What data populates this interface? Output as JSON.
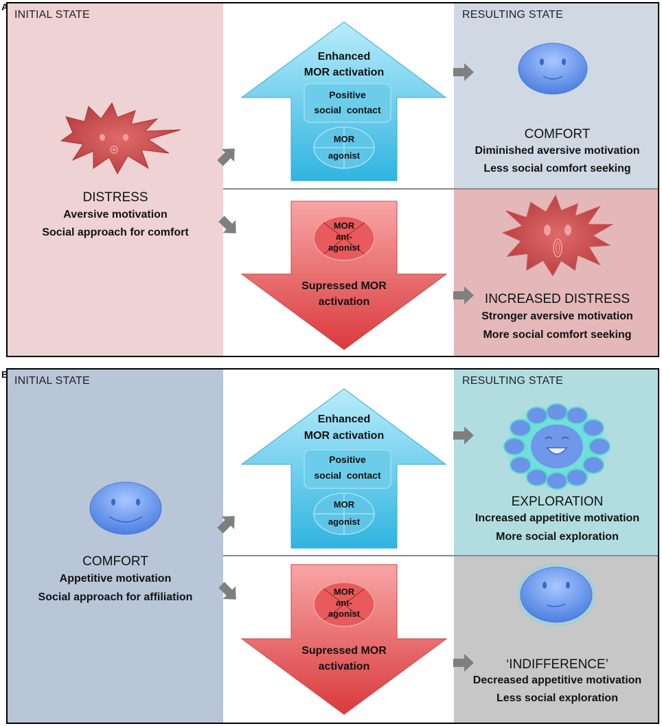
{
  "panelA": {
    "letter": "A",
    "initial_header": "INITIAL STATE",
    "resulting_header": "RESULTING STATE",
    "initial": {
      "title": "DISTRESS",
      "line1": "Aversive motivation",
      "line2": "Social approach for comfort"
    },
    "up_arrow": {
      "title1": "Enhanced",
      "title2": "MOR activation",
      "box1": "Positive",
      "box2": "social  contact",
      "oval1": "MOR",
      "oval2": "agonist"
    },
    "down_arrow": {
      "oval1": "MOR",
      "oval2": "ant-",
      "oval3": "agonist",
      "label1": "Supressed MOR",
      "label2": "activation"
    },
    "result_top": {
      "title": "COMFORT",
      "line1": "Diminished aversive motivation",
      "line2": "Less social comfort seeking"
    },
    "result_bottom": {
      "title": "INCREASED DISTRESS",
      "line1": "Stronger aversive motivation",
      "line2": "More social comfort seeking"
    }
  },
  "panelB": {
    "letter": "B",
    "initial_header": "INITIAL STATE",
    "resulting_header": "RESULTING STATE",
    "initial": {
      "title": "COMFORT",
      "line1": "Appetitive motivation",
      "line2": "Social approach for affiliation"
    },
    "up_arrow": {
      "title1": "Enhanced",
      "title2": "MOR activation",
      "box1": "Positive",
      "box2": "social  contact",
      "oval1": "MOR",
      "oval2": "agonist"
    },
    "down_arrow": {
      "oval1": "MOR",
      "oval2": "ant-",
      "oval3": "agonist",
      "label1": "Supressed MOR",
      "label2": "activation"
    },
    "result_top": {
      "title": "EXPLORATION",
      "line1": "Increased appetitive motivation",
      "line2": "More social exploration"
    },
    "result_bottom": {
      "title": "‘INDIFFERENCE’",
      "line1": "Decreased appetitive motivation",
      "line2": "Less social exploration"
    }
  },
  "colors": {
    "distress_bg": "#efd2d4",
    "comfort_result_bg": "#d0d9e3",
    "distress_result_bg": "#e4b8b9",
    "initialB_bg": "#b8c6d8",
    "exploration_bg": "#b1dde0",
    "indifference_bg": "#c7c7c7",
    "up_arrow": "#4cc1e8",
    "down_arrow": "#ec6466",
    "face_blue": "#5f8fe6",
    "distress_red": "#c24848",
    "connector_grey": "#7f7f7f"
  }
}
